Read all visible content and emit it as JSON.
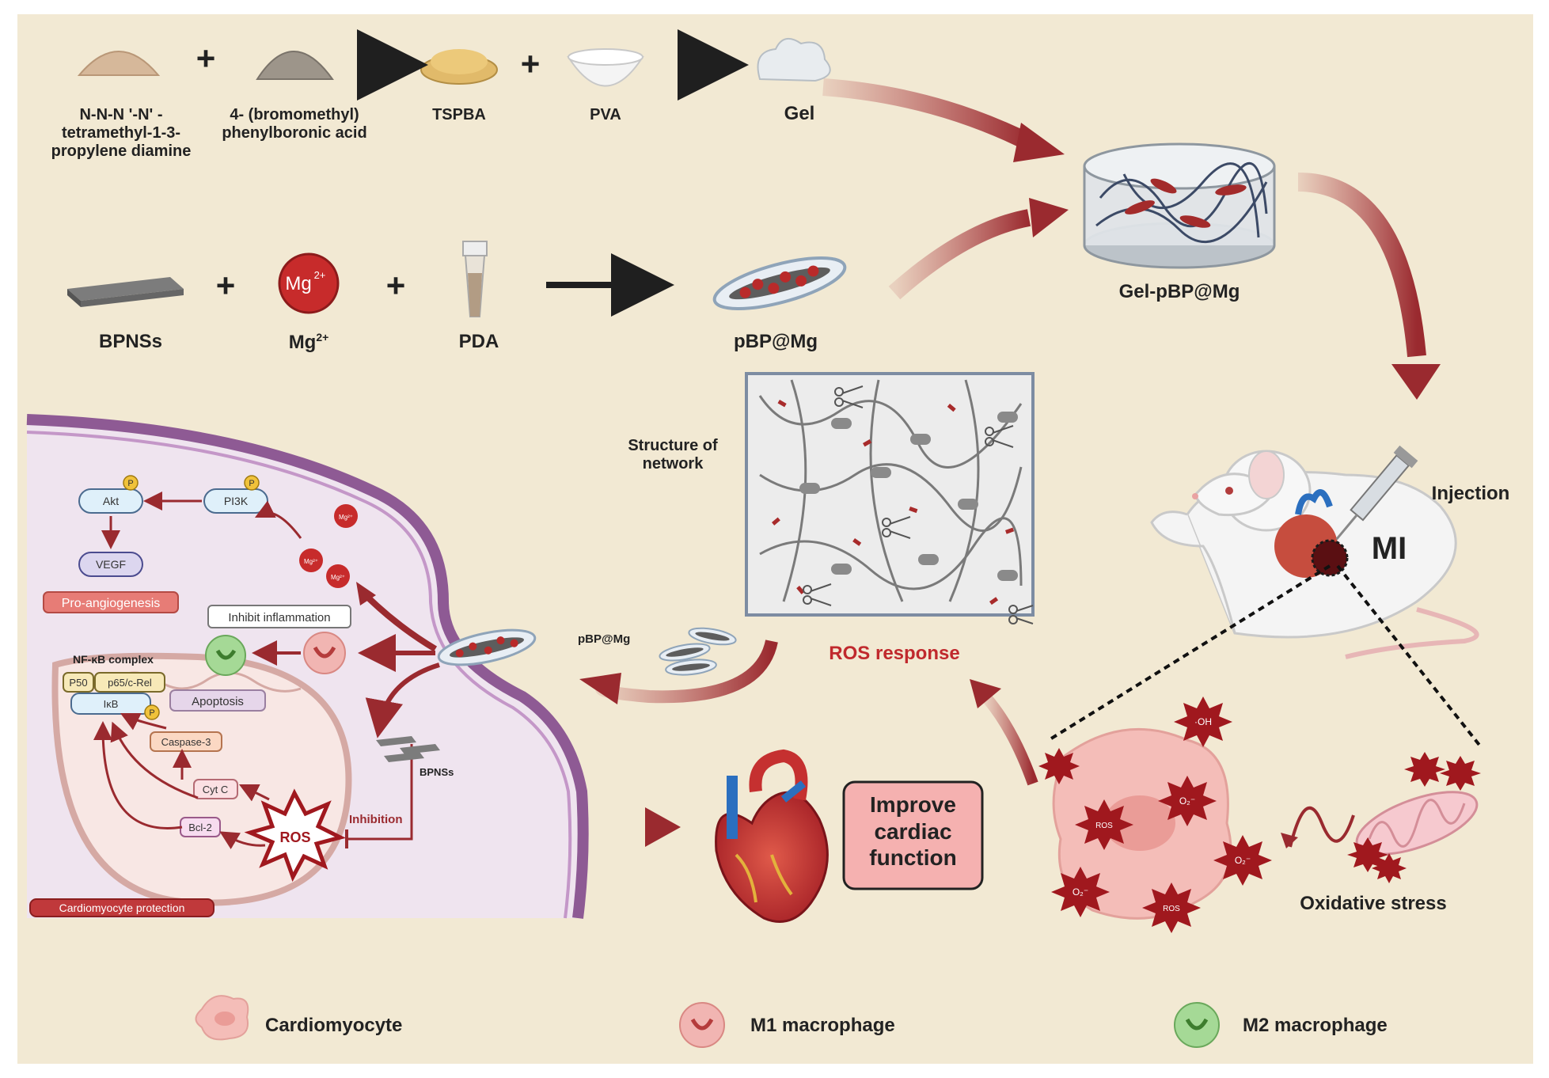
{
  "colors": {
    "background": "#f2e9d3",
    "arrow_red": "#9a2a2f",
    "arrow_black": "#1f1f1f",
    "cell_membrane": "#8e5a94",
    "cell_fill": "#efe4ef",
    "ros_red": "#a0181e",
    "ros_response_text": "#c0292d"
  },
  "synthesis": {
    "reagent1": "N-N-N '-N' -\ntetramethyl-1-3-\npropylene diamine",
    "reagent2": "4- (bromomethyl)\nphenylboronic acid",
    "tspba": "TSPBA",
    "pva": "PVA",
    "gel": "Gel",
    "bpnss": "BPNSs",
    "mg_base": "Mg",
    "mg_sup": "2+",
    "mg_icon_base": "Mg",
    "mg_icon_sup": "2+",
    "pda": "PDA",
    "pbp_mg": "pBP@Mg",
    "gel_pbp_mg": "Gel-pBP@Mg",
    "plus": "+"
  },
  "network": {
    "label": "Structure of\nnetwork",
    "ros_response": "ROS response"
  },
  "mouse": {
    "injection": "Injection",
    "mi": "MI"
  },
  "cell": {
    "akt": "Akt",
    "pi3k": "PI3K",
    "vegf": "VEGF",
    "p": "P",
    "pro_angiogenesis": "Pro-angiogenesis",
    "mg_small": "Mg²⁺",
    "inhibit_inflammation": "Inhibit inflammation",
    "nfkb_complex": "NF-κB complex",
    "p50": "P50",
    "p65": "p65/c-Rel",
    "ikb": "IκB",
    "apoptosis": "Apoptosis",
    "caspase3": "Caspase-3",
    "cytc": "Cyt C",
    "bcl2": "Bcl-2",
    "ros": "ROS",
    "inhibition": "Inhibition",
    "bpnss_small": "BPNSs",
    "pbp_mg_small": "pBP@Mg",
    "cardiomyocyte_protection": "Cardiomyocyte protection"
  },
  "outcome": {
    "improve": "Improve\ncardiac\nfunction"
  },
  "oxidative": {
    "label": "Oxidative stress",
    "oh": "·OH",
    "o2": "O₂⁻",
    "ros": "ROS"
  },
  "legend": {
    "cardiomyocyte": "Cardiomyocyte",
    "m1": "M1 macrophage",
    "m2": "M2 macrophage"
  }
}
